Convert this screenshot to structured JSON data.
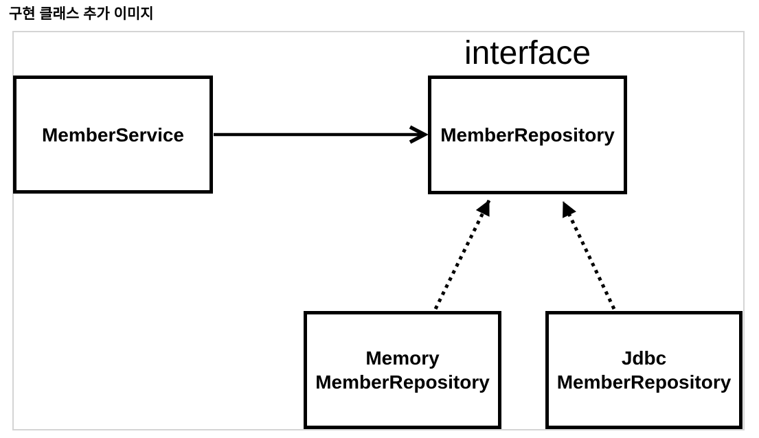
{
  "title": "구현 클래스 추가 이미지",
  "diagram": {
    "interface_label": "interface",
    "nodes": {
      "member_service": {
        "label": "MemberService"
      },
      "member_repository": {
        "label": "MemberRepository"
      },
      "memory_member_repository": {
        "label_line1": "Memory",
        "label_line2": "MemberRepository"
      },
      "jdbc_member_repository": {
        "label_line1": "Jdbc",
        "label_line2": "MemberRepository"
      }
    },
    "edges": [
      {
        "from": "MemberService",
        "to": "MemberRepository",
        "line": "solid",
        "arrowhead": "open-chevron"
      },
      {
        "from": "MemoryMemberRepository",
        "to": "MemberRepository",
        "line": "dashed",
        "arrowhead": "filled-triangle"
      },
      {
        "from": "JdbcMemberRepository",
        "to": "MemberRepository",
        "line": "dashed",
        "arrowhead": "filled-triangle"
      }
    ],
    "colors": {
      "background": "#ffffff",
      "text": "#000000",
      "node_border": "#000000",
      "edge": "#000000",
      "frame_border": "#d4d4d4"
    }
  }
}
